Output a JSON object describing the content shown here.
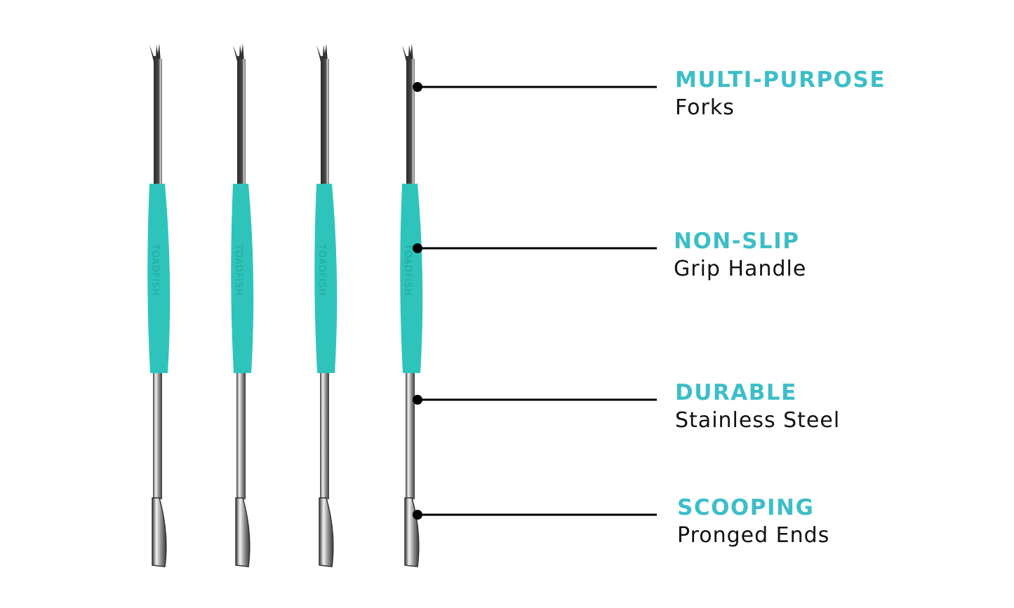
{
  "product": {
    "brand_mark": "TOADFISH",
    "tool_count": 4,
    "colors": {
      "handle": "#2ec4bb",
      "accent_text": "#3dbec8",
      "steel_dark": "#3a3a3a",
      "line": "#000000"
    }
  },
  "callouts": [
    {
      "heading": "MULTI-PURPOSE",
      "subtitle": "Forks"
    },
    {
      "heading": "NON-SLIP",
      "subtitle": "Grip Handle"
    },
    {
      "heading": "DURABLE",
      "subtitle": "Stainless Steel"
    },
    {
      "heading": "SCOOPING",
      "subtitle": "Pronged Ends"
    }
  ]
}
